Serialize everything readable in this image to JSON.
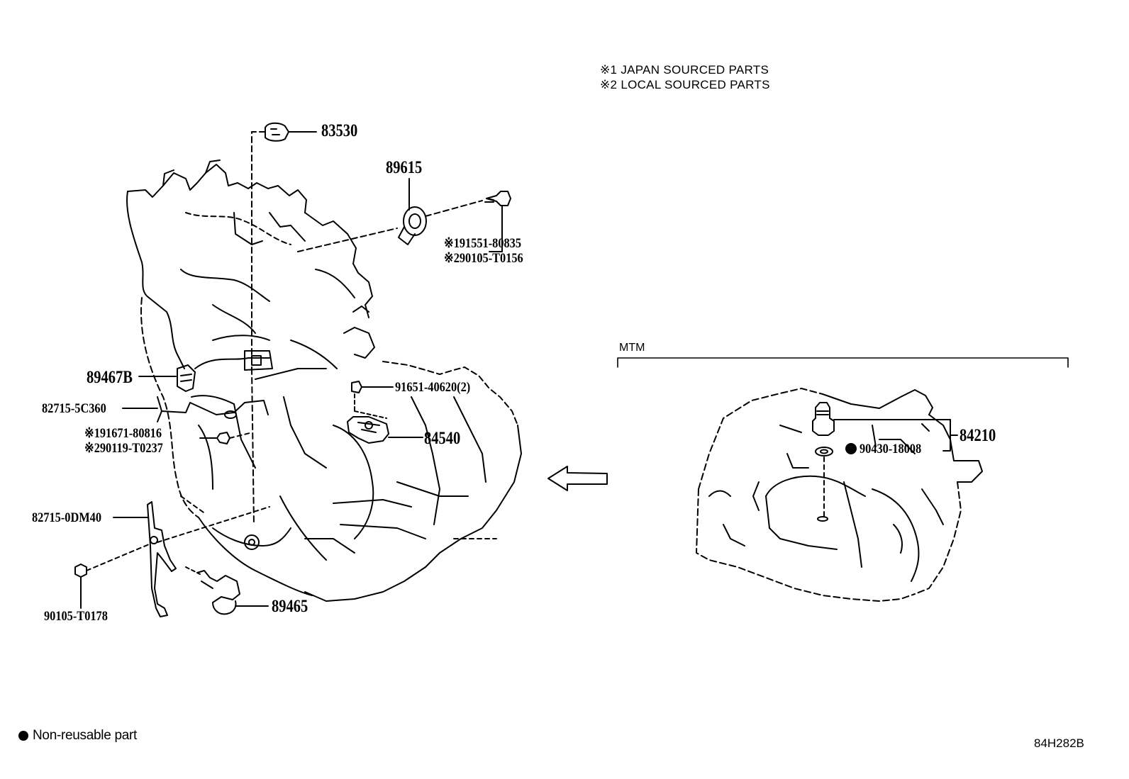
{
  "legend": {
    "note1": "※1  JAPAN SOURCED PARTS",
    "note2": "※2  LOCAL SOURCED PARTS"
  },
  "parts": {
    "p83530": "83530",
    "p89615": "89615",
    "bolt_jp_89615": "※191551-80835",
    "bolt_local_89615": "※290105-T0156",
    "p89467B": "89467B",
    "p82715_5C360": "82715-5C360",
    "bolt_jp_bracket": "※191671-80816",
    "bolt_local_bracket": "※290119-T0237",
    "p91651": "91651-40620(2)",
    "p84540": "84540",
    "p82715_0DM40": "82715-0DM40",
    "p90105_T0178": "90105-T0178",
    "p89465": "89465",
    "p84210": "84210",
    "p90430": "90430-18008"
  },
  "mtm": {
    "label": "MTM"
  },
  "footer": {
    "non_reusable": "Non-reusable part",
    "diagram_code": "84H282B"
  }
}
